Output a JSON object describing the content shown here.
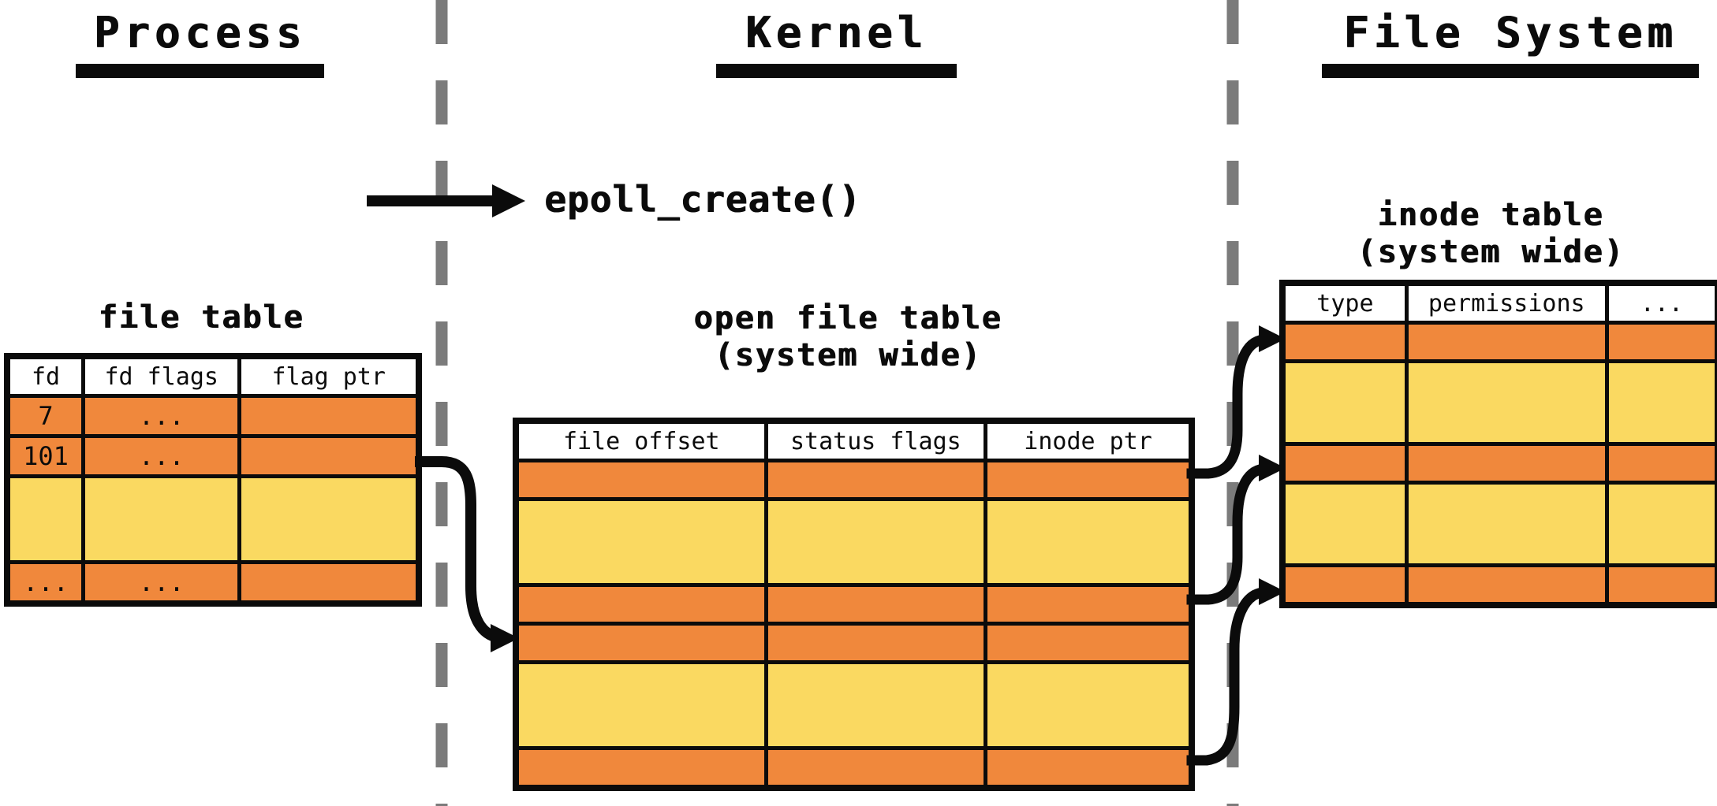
{
  "sections": {
    "process": {
      "title": "Process"
    },
    "kernel": {
      "title": "Kernel"
    },
    "filesystem": {
      "title": "File System"
    }
  },
  "syscall": {
    "label": "epoll_create()"
  },
  "colors": {
    "orange": "#F0883C",
    "yellow": "#FAD961",
    "ink": "#0B0B0B",
    "dash_gray": "#7B7B7B",
    "header_bg": "#FFFFFF"
  },
  "fd_table": {
    "label": "file table",
    "headers": [
      "fd",
      "fd flags",
      "flag ptr"
    ],
    "rows": [
      {
        "kind": "orange",
        "cells": [
          "7",
          "...",
          ""
        ]
      },
      {
        "kind": "orange",
        "cells": [
          "101",
          "...",
          ""
        ]
      },
      {
        "kind": "yellow",
        "cells": [
          "",
          "",
          ""
        ]
      },
      {
        "kind": "orange",
        "cells": [
          "...",
          "...",
          ""
        ]
      }
    ]
  },
  "open_file_table": {
    "label_line1": "open file table",
    "label_line2": "(system wide)",
    "headers": [
      "file offset",
      "status flags",
      "inode ptr"
    ],
    "rows": [
      {
        "kind": "orange",
        "cells": [
          "",
          "",
          ""
        ]
      },
      {
        "kind": "yellow",
        "cells": [
          "",
          "",
          ""
        ]
      },
      {
        "kind": "orange",
        "cells": [
          "",
          "",
          ""
        ]
      },
      {
        "kind": "orange",
        "cells": [
          "",
          "",
          ""
        ]
      },
      {
        "kind": "yellow",
        "cells": [
          "",
          "",
          ""
        ]
      },
      {
        "kind": "orange",
        "cells": [
          "",
          "",
          ""
        ]
      }
    ]
  },
  "inode_table": {
    "label_line1": "inode table",
    "label_line2": "(system wide)",
    "headers": [
      "type",
      "permissions",
      "..."
    ],
    "rows": [
      {
        "kind": "orange",
        "cells": [
          "",
          "",
          ""
        ]
      },
      {
        "kind": "yellow",
        "cells": [
          "",
          "",
          ""
        ]
      },
      {
        "kind": "orange",
        "cells": [
          "",
          "",
          ""
        ]
      },
      {
        "kind": "yellow",
        "cells": [
          "",
          "",
          ""
        ]
      },
      {
        "kind": "orange",
        "cells": [
          "",
          "",
          ""
        ]
      }
    ]
  }
}
